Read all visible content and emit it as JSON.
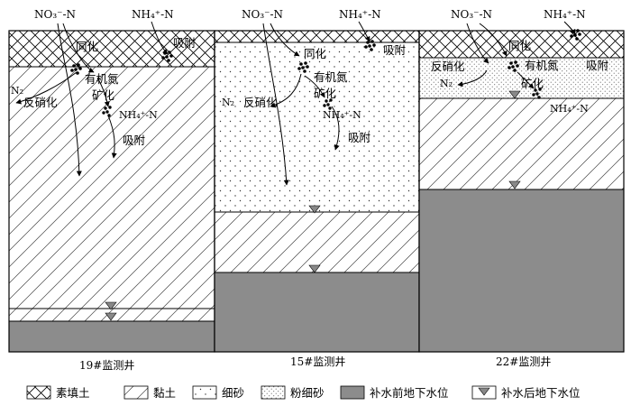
{
  "wells": [
    {
      "caption": "19#监测井",
      "top": {
        "no3": "NO₃⁻-N",
        "nh4": "NH₄⁺-N"
      },
      "process": {
        "assim": "同化",
        "adsorb_top": "吸附",
        "organic": "有机氮",
        "mineral": "矿化",
        "nh4_mid": "NH₄⁺-N",
        "adsorb_mid": "吸附",
        "denit": "反硝化",
        "n2": "N₂"
      }
    },
    {
      "caption": "15#监测井",
      "top": {
        "no3": "NO₃⁻-N",
        "nh4": "NH₄⁺-N"
      },
      "process": {
        "assim": "同化",
        "adsorb_top": "吸附",
        "organic": "有机氮",
        "mineral": "矿化",
        "nh4_mid": "NH₄⁺-N",
        "adsorb_mid": "吸附",
        "denit": "反硝化",
        "n2": "N₂"
      }
    },
    {
      "caption": "22#监测井",
      "top": {
        "no3": "NO₃⁻-N",
        "nh4": "NH₄⁺-N"
      },
      "process": {
        "assim": "同化",
        "adsorb_top": "吸附",
        "organic": "有机氮",
        "mineral": "矿化",
        "nh4_mid": "NH₄⁺-N",
        "denit": "反硝化",
        "n2": "N₂"
      }
    }
  ],
  "legend": [
    {
      "label": "素填土",
      "pattern": "crosshatch"
    },
    {
      "label": "黏土",
      "pattern": "diagonal"
    },
    {
      "label": "细砂",
      "pattern": "dots"
    },
    {
      "label": "粉细砂",
      "pattern": "dense-dots"
    },
    {
      "label": "补水前地下水位",
      "pattern": "solid-gray"
    },
    {
      "label": "补水后地下水位",
      "pattern": "water-marker"
    }
  ],
  "colors": {
    "line": "#000000",
    "water_zone": "#8c8c8c",
    "marker": "#888888"
  }
}
